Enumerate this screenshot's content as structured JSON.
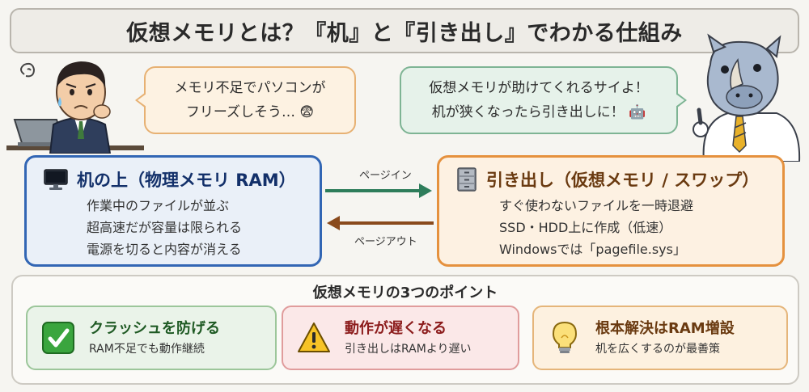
{
  "title": "仮想メモリとは？『机』と『引き出し』でわかる仕組み",
  "bubbles": {
    "left_line1": "メモリ不足でパソコンが",
    "left_line2": "フリーズしそう… 😨",
    "right_line1": "仮想メモリが助けてくれるサイよ！",
    "right_line2": "机が狭くなったら引き出しに！ 🤖"
  },
  "ram_box": {
    "heading": "机の上（物理メモリ RAM）",
    "icon": "monitor-icon",
    "items": [
      "作業中のファイルが並ぶ",
      "超高速だが容量は限られる",
      "電源を切ると内容が消える"
    ]
  },
  "swap_box": {
    "heading": "引き出し（仮想メモリ / スワップ）",
    "icon": "file-cabinet-icon",
    "items": [
      "すぐ使わないファイルを一時退避",
      "SSD・HDD上に作成（低速）",
      "Windowsでは「pagefile.sys」"
    ]
  },
  "arrows": {
    "page_in": "ページイン",
    "page_out": "ページアウト"
  },
  "points": {
    "title": "仮想メモリの3つのポイント",
    "cards": [
      {
        "heading": "クラッシュを防げる",
        "sub": "RAM不足でも動作継続",
        "icon": "check-icon"
      },
      {
        "heading": "動作が遅くなる",
        "sub": "引き出しはRAMより遅い",
        "icon": "warning-icon"
      },
      {
        "heading": "根本解決はRAM増設",
        "sub": "机を広くするのが最善策",
        "icon": "lightbulb-icon"
      }
    ]
  },
  "colors": {
    "ram_border": "#3266b4",
    "swap_border": "#e5913e",
    "page_in_arrow": "#2e7d5b",
    "page_out_arrow": "#8a4a1c"
  }
}
